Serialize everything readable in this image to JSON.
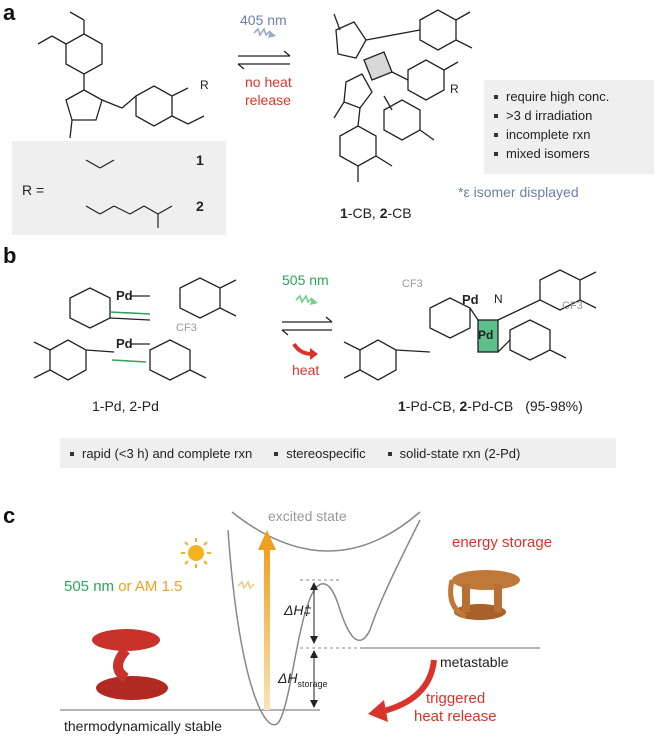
{
  "panel_a": {
    "letter": "a",
    "forward_wavelength": "405 nm",
    "reverse_label_line1": "no heat",
    "reverse_label_line2": "release",
    "r_prefix": "R =",
    "r_group_1_number": "1",
    "r_group_2_number": "2",
    "product_label_1": "1",
    "product_label_1_suffix": "-CB, ",
    "product_label_2": "2",
    "product_label_2_suffix": "-CB",
    "substituent_R": "R",
    "isomer_note": "*ε isomer displayed",
    "drawbacks": [
      "require high conc.",
      ">3 d irradiation",
      "incomplete rxn",
      "mixed isomers"
    ]
  },
  "panel_b": {
    "letter": "b",
    "forward_wavelength": "505 nm",
    "reverse_label": "heat",
    "reactant_label": "1-Pd, 2-Pd",
    "product_label_1": "1",
    "product_label_1_suffix": "-Pd-CB, ",
    "product_label_2": "2",
    "product_label_2_suffix": "-Pd-CB",
    "yield": "(95-98%)",
    "pd_atom": "Pd",
    "n_atom": "N",
    "cf3": "CF3",
    "features": [
      "rapid (<3 h) and complete rxn",
      "stereospecific",
      "solid-state rxn (2-Pd)"
    ]
  },
  "panel_c": {
    "letter": "c",
    "excited_state": "excited state",
    "excitation_green": "505 nm",
    "excitation_or": " or ",
    "excitation_orange": "AM 1.5",
    "delta_h_act": "ΔH‡",
    "delta_h_storage": "ΔH",
    "delta_h_storage_sub": "storage",
    "energy_storage": "energy storage",
    "metastable": "metastable",
    "triggered_line1": "triggered",
    "triggered_line2": "heat release",
    "ground_label": "thermodynamically stable"
  },
  "colors": {
    "red": "#d9342b",
    "green": "#2ca65a",
    "orange": "#f0a020",
    "blue_gray": "#6b7fa8",
    "light_box": "#efefef",
    "copper": "#c07838",
    "brick": "#c8322a"
  }
}
